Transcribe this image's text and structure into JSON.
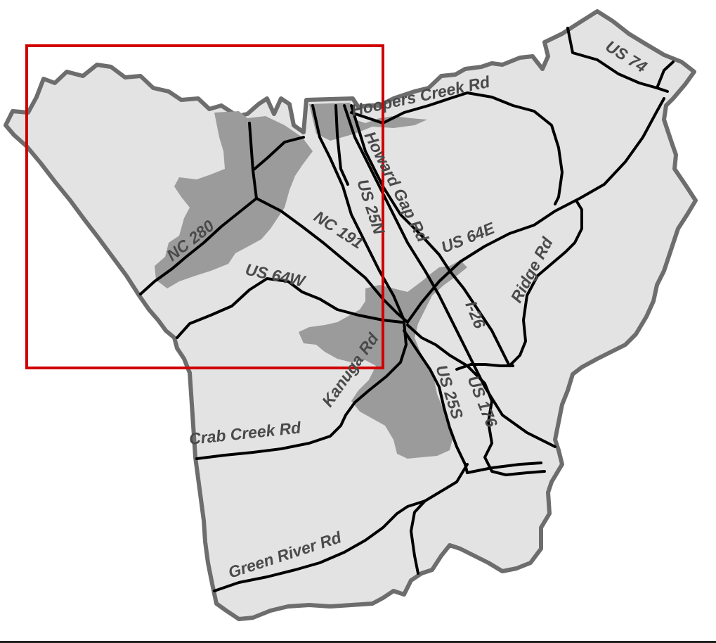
{
  "map": {
    "colors": {
      "county_fill": "#e3e3e3",
      "county_border": "#6d6d6d",
      "urban_fill": "#9b9b9b",
      "road": "#000000",
      "label": "#4a4a4a",
      "inset_box": "#d10000"
    },
    "road_labels": {
      "us74": "US 74",
      "hoopers_creek": "Hoopers Creek Rd",
      "howard_gap": "Howard Gap Rd",
      "us25n": "US 25N",
      "nc280": "NC 280",
      "nc191": "NC 191",
      "us64e": "US 64E",
      "ridge": "Ridge Rd",
      "us64w": "US 64W",
      "i26": "I-26",
      "kanuga": "Kanuga Rd",
      "us25s": "US 25S",
      "us176": "US 176",
      "crab_creek": "Crab Creek Rd",
      "green_river": "Green River Rd"
    }
  }
}
